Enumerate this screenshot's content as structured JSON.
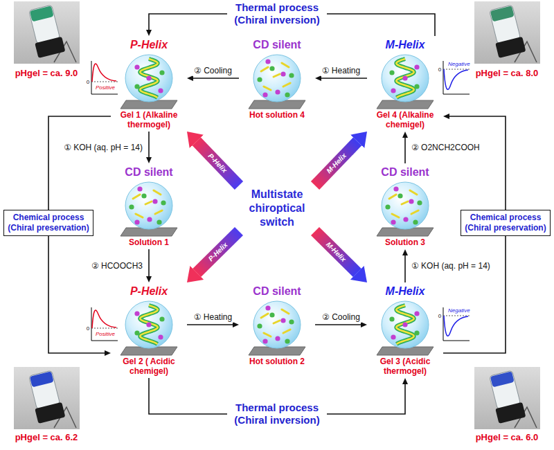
{
  "diagram": {
    "nodes": [
      {
        "text": [
          "P-Helix",
          "Gel 1 (Alkaline thermogel)"
        ]
      },
      {
        "text": [
          "CD silent",
          "Hot solution 4"
        ]
      },
      {
        "text": [
          "M-Helix",
          "Gel 4 (Alkaline chemigel)"
        ]
      },
      {
        "text": [
          "CD silent",
          "Solution 1"
        ]
      },
      {
        "text": [
          "Multistate chiroptical switch"
        ]
      },
      {
        "text": [
          "CD silent",
          "Solution 3"
        ]
      },
      {
        "text": [
          "P-Helix",
          "Gel 2 ( Acidic chemigel)"
        ]
      },
      {
        "text": [
          "CD silent",
          "Hot solution 2"
        ]
      },
      {
        "text": [
          "M-Helix",
          "Gel 3 (Acidic thermogel)"
        ]
      }
    ],
    "edges": [
      {
        "from": 2,
        "to": 1,
        "label": "① Heating",
        "arrow": "to"
      },
      {
        "from": 1,
        "to": 0,
        "label": "② Cooling",
        "arrow": "to"
      },
      {
        "from": 0,
        "to": 3,
        "label": "① KOH (aq. pH = 14)",
        "arrow": "to"
      },
      {
        "from": 3,
        "to": 6,
        "label": "② HCOOCH3",
        "arrow": "to"
      },
      {
        "from": 6,
        "to": 7,
        "label": "① Heating",
        "arrow": "to"
      },
      {
        "from": 7,
        "to": 8,
        "label": "② Cooling",
        "arrow": "to"
      },
      {
        "from": 8,
        "to": 5,
        "label": "① KOH (aq. pH = 14)",
        "arrow": "to"
      },
      {
        "from": 5,
        "to": 2,
        "label": "② O2NCH2COOH",
        "arrow": "to"
      },
      {
        "from": 4,
        "to": 0,
        "label": "P-Helix",
        "arrow": "to"
      },
      {
        "from": 4,
        "to": 2,
        "label": "M-Helix",
        "arrow": "to"
      },
      {
        "from": 4,
        "to": 6,
        "label": "P-Helix",
        "arrow": "to"
      },
      {
        "from": 4,
        "to": 8,
        "label": "M-Helix",
        "arrow": "to"
      },
      {
        "from": 2,
        "to": 0,
        "label": "Thermal process (Chiral inversion)",
        "arrow": "to"
      },
      {
        "from": 0,
        "to": 6,
        "label": "Chemical process (Chiral preservation)",
        "arrow": "to"
      },
      {
        "from": 6,
        "to": 8,
        "label": "Thermal process (Chiral inversion)",
        "arrow": "to"
      },
      {
        "from": 8,
        "to": 2,
        "label": "Chemical process (Chiral preservation)",
        "arrow": "to"
      }
    ],
    "labels": [
      "pHgel = ca. 9.0",
      "0",
      "Positive",
      "0",
      "Negative",
      "pHgel = ca. 8.0",
      "0",
      "Positive",
      "0",
      "Negative",
      "pHgel = ca. 6.2",
      "pHgel = ca. 6.0"
    ]
  }
}
